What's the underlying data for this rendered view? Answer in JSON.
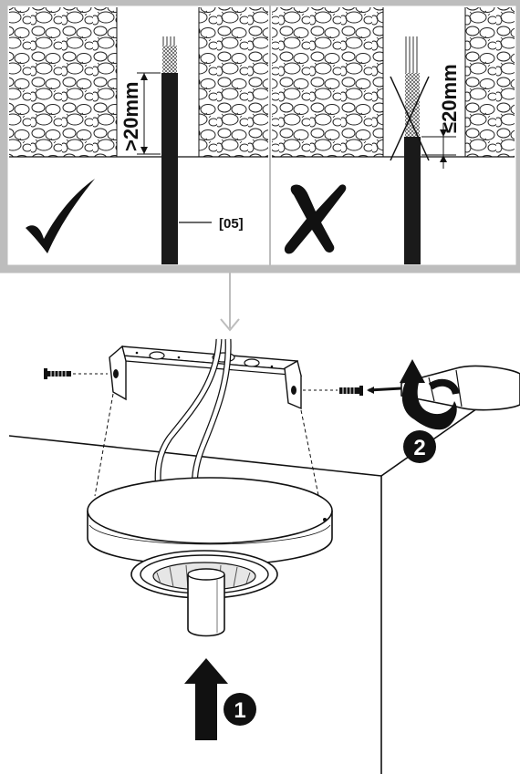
{
  "panels": {
    "ok": {
      "mark": "checkmark",
      "measure": ">20mm",
      "callout": "[05]"
    },
    "bad": {
      "mark": "cross",
      "measure": "≤20mm"
    }
  },
  "steps": {
    "step1": "1",
    "step2": "2"
  },
  "colors": {
    "frame": "#bdbdbd",
    "ink": "#111111",
    "cable": "#1a1a1a"
  },
  "icons": [
    "checkmark-icon",
    "cross-icon",
    "arrow-up-icon",
    "rotate-arrow-icon",
    "screwdriver-icon",
    "screw-icon"
  ]
}
